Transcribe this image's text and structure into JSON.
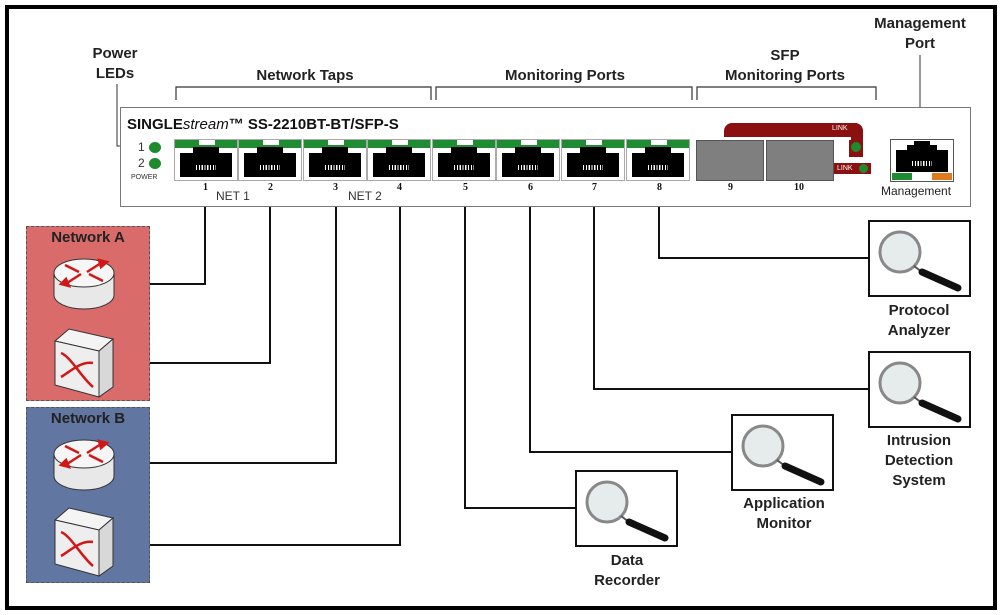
{
  "title": "SINGLEstream SS-2210BT-BT/SFP-S deployment diagram",
  "callouts": {
    "power_leds": [
      "Power",
      "LEDs"
    ],
    "network_taps": "Network Taps",
    "monitoring_ports": "Monitoring Ports",
    "sfp_monitoring_ports": [
      "SFP",
      "Monitoring Ports"
    ],
    "management_port": [
      "Management",
      "Port"
    ]
  },
  "device": {
    "brand_prefix": "SINGLE",
    "brand_italic": "stream",
    "trademark": "™",
    "model": " SS-2210BT-BT/SFP-S",
    "power_leds": [
      {
        "label": "1"
      },
      {
        "label": "2"
      }
    ],
    "power_label": "POWER",
    "rj45_ports": [
      "1",
      "2",
      "3",
      "4",
      "5",
      "6",
      "7",
      "8"
    ],
    "sfp_ports": [
      "9",
      "10"
    ],
    "link_label": "LINK",
    "management_label": "Management",
    "net_groups": [
      "NET 1",
      "NET 2"
    ],
    "colors": {
      "led_green": "#1e8a2e",
      "link_red": "#8b1010",
      "sfp_gray": "#7f7f7f",
      "mgmt_stripes": [
        "#1f8c33",
        "#ffffff",
        "#e07a1f"
      ]
    }
  },
  "networks": [
    {
      "name": "Network A",
      "color": "#d96b6b",
      "devices": [
        "router",
        "switch"
      ]
    },
    {
      "name": "Network B",
      "color": "#6176a0",
      "devices": [
        "router",
        "switch"
      ]
    }
  ],
  "tools": [
    {
      "id": "protocol-analyzer",
      "label": [
        "Protocol",
        "Analyzer"
      ],
      "port": "8"
    },
    {
      "id": "intrusion-detection-system",
      "label": [
        "Intrusion",
        "Detection",
        "System"
      ],
      "port": "7"
    },
    {
      "id": "application-monitor",
      "label": [
        "Application",
        "Monitor"
      ],
      "port": "6"
    },
    {
      "id": "data-recorder",
      "label": [
        "Data",
        "Recorder"
      ],
      "port": "5"
    }
  ]
}
